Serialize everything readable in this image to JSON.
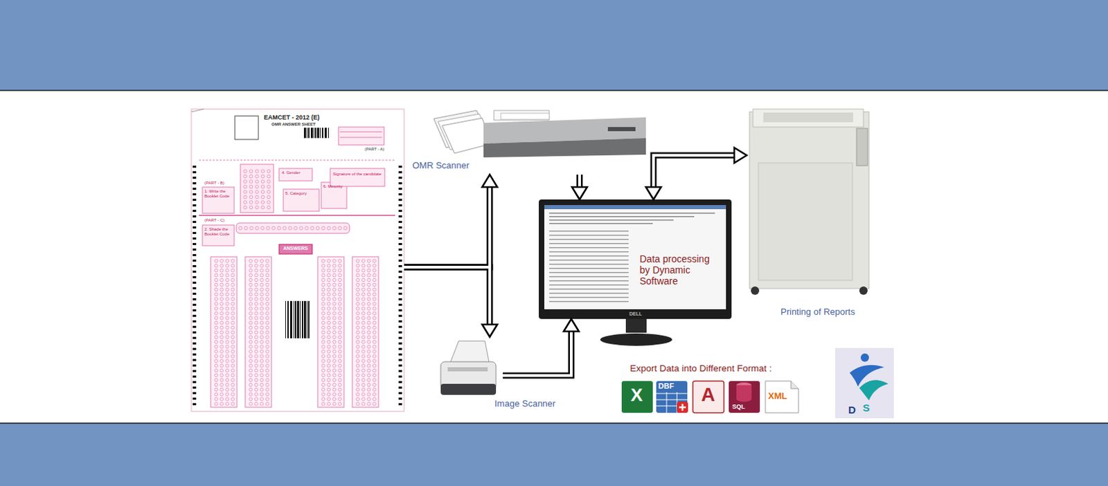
{
  "diagram": {
    "nodes": [
      {
        "text": [
          "EAMCET - 2012 (E)",
          "OMR ANSWER SHEET"
        ]
      },
      {
        "text": [
          "OMR Scanner"
        ]
      },
      {
        "text": [
          "Image Scanner"
        ]
      },
      {
        "text": [
          "Data processing by Dynamic Software"
        ]
      },
      {
        "text": [
          "Printing of Reports"
        ]
      }
    ],
    "edges": [
      {
        "from": 0,
        "to": 1,
        "arrow": "to"
      },
      {
        "from": 0,
        "to": 2,
        "arrow": "to"
      },
      {
        "from": 1,
        "to": 3,
        "arrow": "to"
      },
      {
        "from": 2,
        "to": 3,
        "arrow": "to"
      },
      {
        "from": 3,
        "to": 4,
        "arrow": "both"
      }
    ],
    "labels": [
      "(PART - A)",
      "(PART - B)",
      "1. Write the Booklet Code",
      "(PART - C)",
      "2. Shade the Booklet Code",
      "4. Gender",
      "5. Category",
      "6. Minority",
      "Signature of the candidate",
      "ANSWERS",
      "DELL",
      "Export Data into Different Format :",
      "X",
      "DBF",
      "A",
      "SQL",
      "XML",
      "D",
      "S"
    ]
  }
}
